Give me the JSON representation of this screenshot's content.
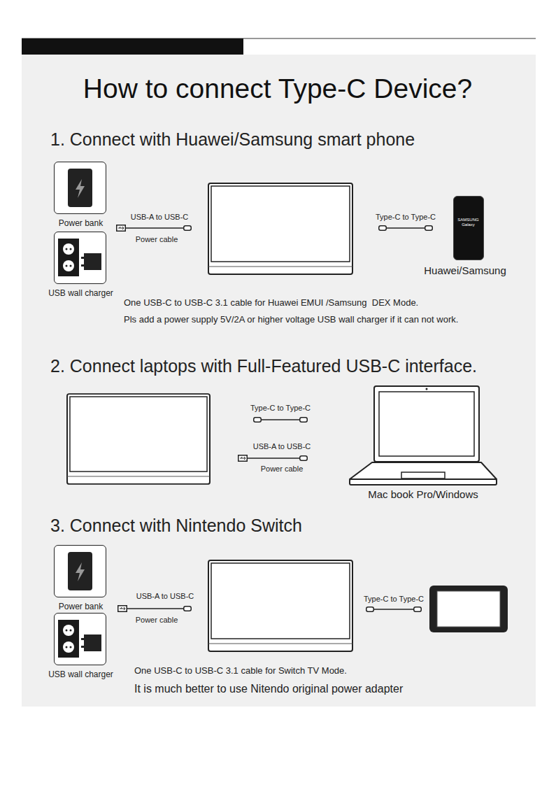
{
  "diagram": {
    "title": "How to connect Type-C Device?",
    "nodes": [
      {
        "text": [
          "Power bank"
        ]
      },
      {
        "text": [
          "USB wall charger"
        ]
      },
      {
        "text": [
          "SAMSUNG Galaxy",
          "Huawei/Samsung"
        ]
      },
      {
        "text": [
          "Mac book Pro/Windows"
        ]
      },
      {
        "text": [
          "Power bank"
        ]
      },
      {
        "text": [
          "USB wall charger"
        ]
      }
    ],
    "labels": [
      "1. Connect with Huawei/Samsung smart phone",
      "USB-A to USB-C",
      "Power cable",
      "Type-C to Type-C",
      "One USB-C to USB-C 3.1 cable for Huawei EMUI /Samsung  DEX Mode.",
      "Pls add a power supply 5V/2A or higher voltage USB wall charger if it can not work.",
      "2. Connect laptops with Full-Featured USB-C interface.",
      "Type-C to Type-C",
      "USB-A to USB-C",
      "Power cable",
      "3. Connect with Nintendo Switch",
      "USB-A to USB-C",
      "Power cable",
      "Type-C to Type-C",
      "One USB-C to USB-C 3.1 cable for Switch TV Mode.",
      "It is much better to use Nitendo original power adapter"
    ]
  }
}
